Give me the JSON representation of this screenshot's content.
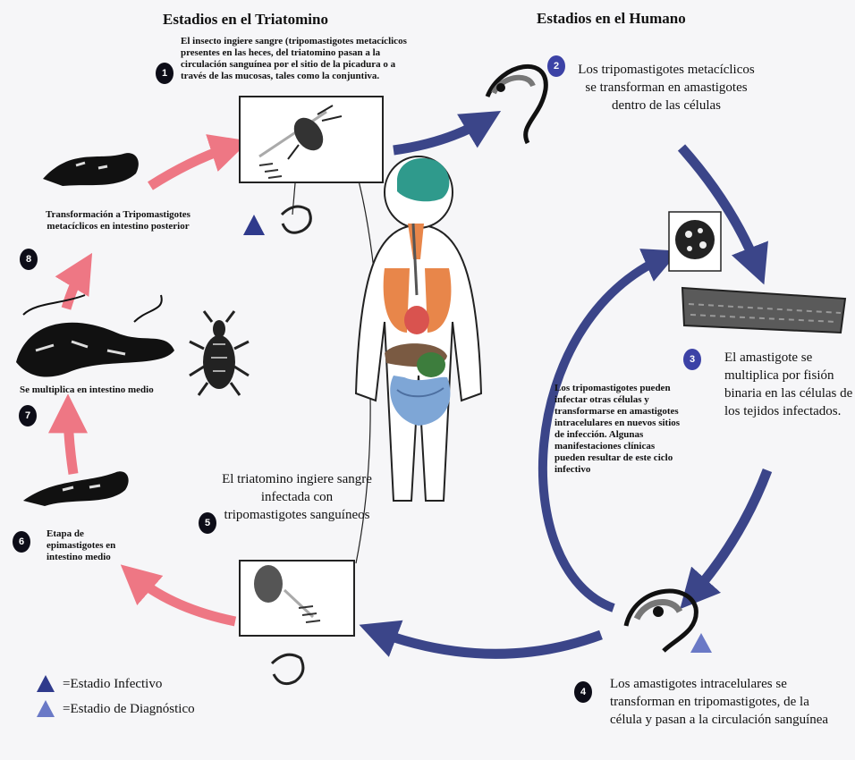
{
  "headers": {
    "triatomine": "Estadios en el Triatomino",
    "human": "Estadios en el Humano"
  },
  "stages": [
    {
      "number": "1",
      "text": "El insecto ingiere sangre (tripomastigotes metacíclicos presentes en las heces, del triatomino pasan a la circulación sanguínea por el sitio de la picadura o a través de las mucosas, tales como la conjuntiva."
    },
    {
      "number": "2",
      "text": "Los tripomastigotes metacíclicos se transforman en amastigotes dentro de las células"
    },
    {
      "number": "3",
      "text": "El amastigote se multiplica por fisión binaria en las células de los tejidos infectados."
    },
    {
      "number": "4",
      "text": "Los amastigotes intracelulares se transforman en tripomastigotes, de la célula y pasan a la circulación sanguínea"
    },
    {
      "number": "5",
      "text": "El triatomino ingiere sangre infectada con tripomastigotes sanguíneos"
    },
    {
      "number": "6",
      "text": "Etapa de epimastigotes en intestino medio"
    },
    {
      "number": "7",
      "text": "Se multiplica en intestino medio"
    },
    {
      "number": "8",
      "text": "Transformación a Tripomastigotes metacíclicos en intestino posterior"
    }
  ],
  "center_note": "Los tripomastigotes pueden infectar otras células y transformarse en amastigotes intracelulares en nuevos sitios de infección. Algunas manifestaciones clínicas pueden resultar de este ciclo infectivo",
  "legend": {
    "infective": "=Estadio Infectivo",
    "diagnostic": "=Estadio de Diagnóstico"
  },
  "colors": {
    "human_arrow": "#3b4589",
    "vector_arrow": "#ee7784",
    "infective_triangle": "#2f3a8c",
    "diagnostic_triangle": "#6a79c6"
  }
}
